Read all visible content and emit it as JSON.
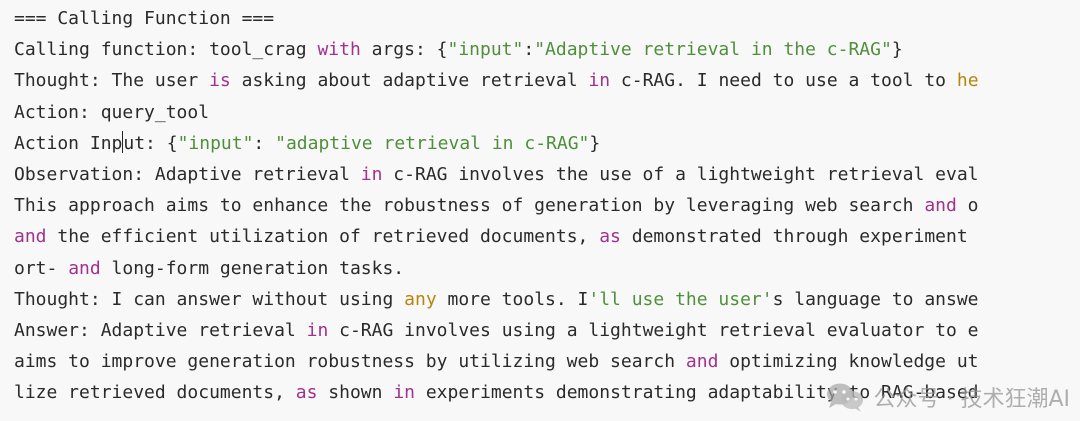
{
  "code_lines": [
    [
      {
        "t": "=== Calling Function ===",
        "c": ""
      }
    ],
    [
      {
        "t": "Calling function: tool_crag ",
        "c": ""
      },
      {
        "t": "with",
        "c": "kw"
      },
      {
        "t": " args: {",
        "c": ""
      },
      {
        "t": "\"input\"",
        "c": "str"
      },
      {
        "t": ":",
        "c": ""
      },
      {
        "t": "\"Adaptive retrieval in the c-RAG\"",
        "c": "str"
      },
      {
        "t": "}",
        "c": ""
      }
    ],
    [
      {
        "t": "Thought: The user ",
        "c": ""
      },
      {
        "t": "is",
        "c": "kw"
      },
      {
        "t": " asking about adaptive retrieval ",
        "c": ""
      },
      {
        "t": "in",
        "c": "kw"
      },
      {
        "t": " c-RAG. I need to use a tool to ",
        "c": ""
      },
      {
        "t": "he",
        "c": "num"
      }
    ],
    [
      {
        "t": "Action: query_tool",
        "c": ""
      }
    ],
    [
      {
        "t": "Action Inp",
        "c": ""
      },
      {
        "t": "",
        "c": "caret"
      },
      {
        "t": "ut: {",
        "c": ""
      },
      {
        "t": "\"input\"",
        "c": "str"
      },
      {
        "t": ": ",
        "c": ""
      },
      {
        "t": "\"adaptive retrieval in c-RAG\"",
        "c": "str"
      },
      {
        "t": "}",
        "c": ""
      }
    ],
    [
      {
        "t": "Observation: Adaptive retrieval ",
        "c": ""
      },
      {
        "t": "in",
        "c": "kw"
      },
      {
        "t": " c-RAG involves the use of a lightweight retrieval eval",
        "c": ""
      }
    ],
    [
      {
        "t": "This approach aims to enhance the robustness of generation by leveraging web search ",
        "c": ""
      },
      {
        "t": "and",
        "c": "kw"
      },
      {
        "t": " o",
        "c": ""
      }
    ],
    [
      {
        "t": "and",
        "c": "kw"
      },
      {
        "t": " the efficient utilization of retrieved documents, ",
        "c": ""
      },
      {
        "t": "as",
        "c": "kw"
      },
      {
        "t": " demonstrated through experiment",
        "c": ""
      }
    ],
    [
      {
        "t": "ort- ",
        "c": ""
      },
      {
        "t": "and",
        "c": "kw"
      },
      {
        "t": " long-form generation tasks.",
        "c": ""
      }
    ],
    [
      {
        "t": "Thought: I can answer without using ",
        "c": ""
      },
      {
        "t": "any",
        "c": "num"
      },
      {
        "t": " more tools. I",
        "c": ""
      },
      {
        "t": "'ll use the user'",
        "c": "str"
      },
      {
        "t": "s language to answe",
        "c": ""
      }
    ],
    [
      {
        "t": "Answer: Adaptive retrieval ",
        "c": ""
      },
      {
        "t": "in",
        "c": "kw"
      },
      {
        "t": " c-RAG involves using a lightweight retrieval evaluator to e",
        "c": ""
      }
    ],
    [
      {
        "t": "aims to improve generation robustness by utilizing web search ",
        "c": ""
      },
      {
        "t": "and",
        "c": "kw"
      },
      {
        "t": " optimizing knowledge ut",
        "c": ""
      }
    ],
    [
      {
        "t": "lize retrieved documents, ",
        "c": ""
      },
      {
        "t": "as",
        "c": "kw"
      },
      {
        "t": " shown ",
        "c": ""
      },
      {
        "t": "in",
        "c": "kw"
      },
      {
        "t": " experiments demonstrating adaptability to RAG-based",
        "c": ""
      }
    ]
  ],
  "watermark": {
    "text": "公众号 · 技术狂潮AI",
    "icon": "wechat-icon"
  }
}
